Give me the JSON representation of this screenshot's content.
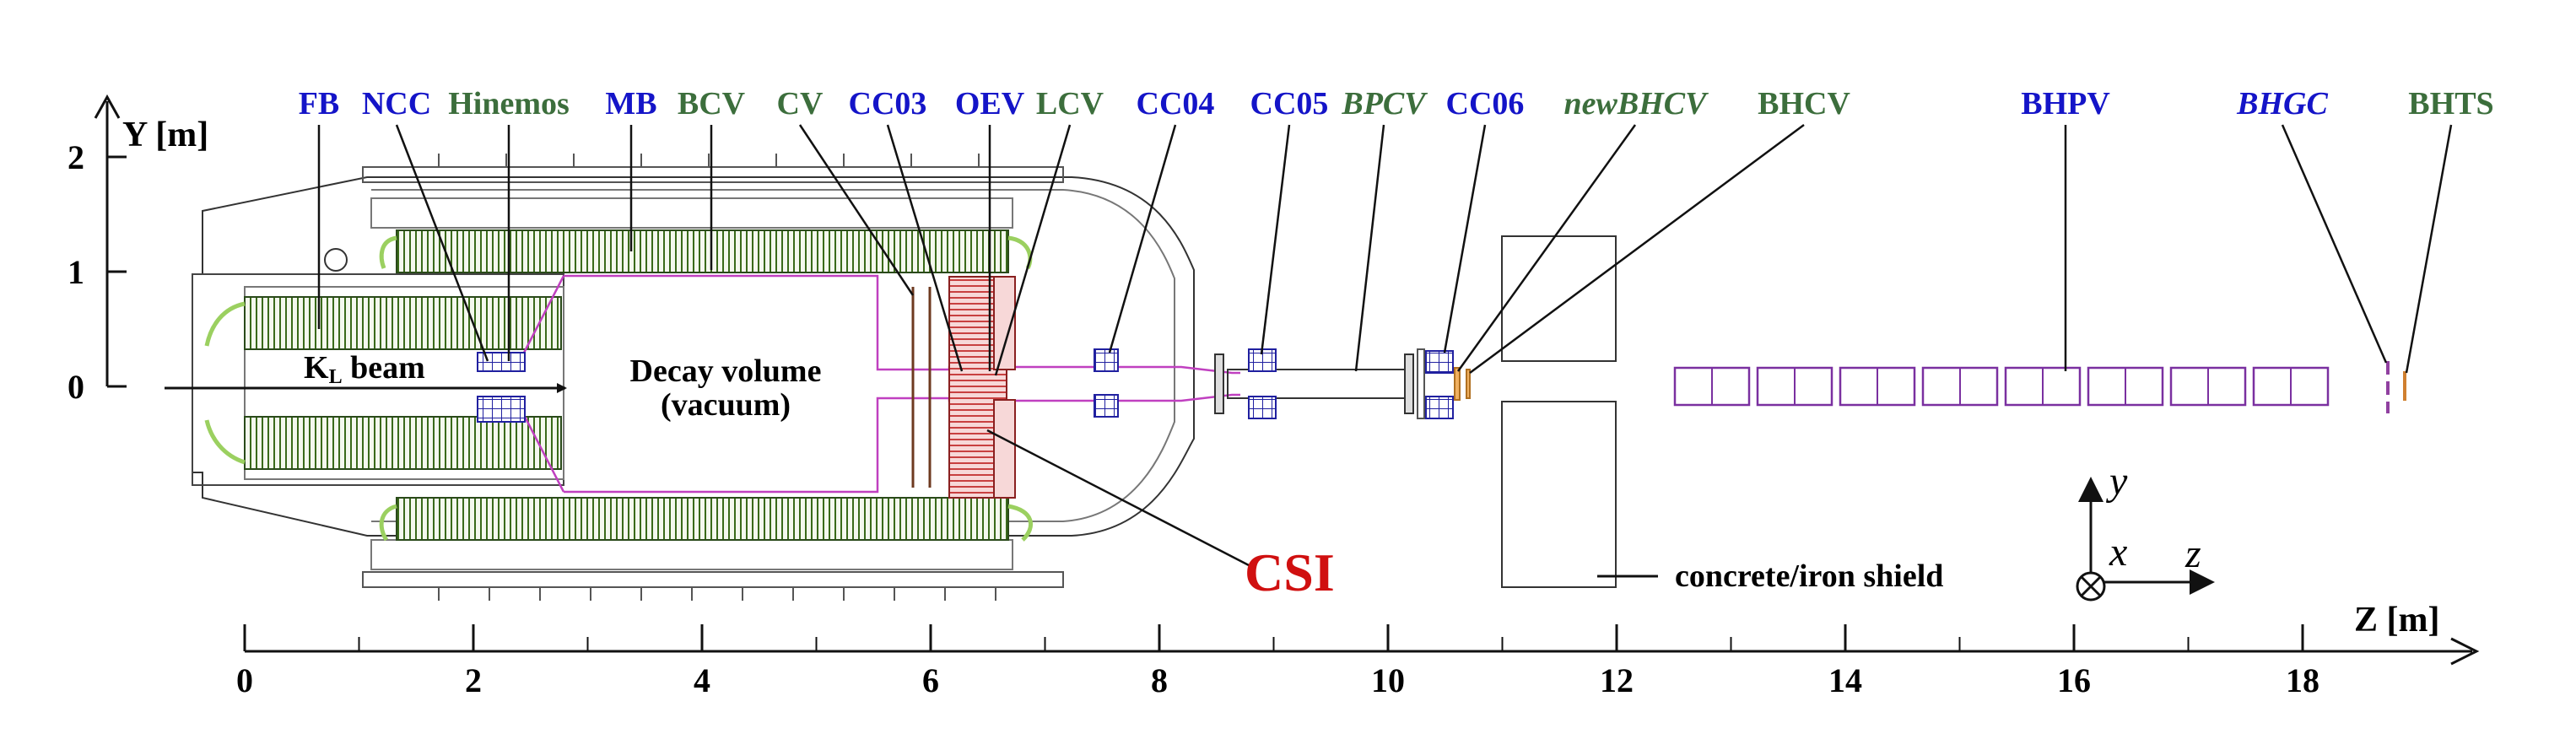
{
  "colors": {
    "blue": "#1414c8",
    "green": "#3c6e3c",
    "red": "#d01010",
    "black": "#111111",
    "vessel": "#c040c0",
    "calorimeter": "#c84040"
  },
  "z_axis": {
    "label": "Z [m]",
    "ticks": [
      "0",
      "2",
      "4",
      "6",
      "8",
      "10",
      "12",
      "14",
      "16",
      "18"
    ]
  },
  "y_axis": {
    "label": "Y [m]",
    "ticks": [
      "0",
      "1",
      "2"
    ]
  },
  "detectors": [
    {
      "name": "FB",
      "color": "blue",
      "italic": false
    },
    {
      "name": "NCC",
      "color": "blue",
      "italic": false
    },
    {
      "name": "Hinemos",
      "color": "green",
      "italic": false
    },
    {
      "name": "MB",
      "color": "blue",
      "italic": false
    },
    {
      "name": "BCV",
      "color": "green",
      "italic": false
    },
    {
      "name": "CV",
      "color": "green",
      "italic": false
    },
    {
      "name": "CC03",
      "color": "blue",
      "italic": false
    },
    {
      "name": "OEV",
      "color": "blue",
      "italic": false
    },
    {
      "name": "LCV",
      "color": "green",
      "italic": false
    },
    {
      "name": "CC04",
      "color": "blue",
      "italic": false
    },
    {
      "name": "CC05",
      "color": "blue",
      "italic": false
    },
    {
      "name": "BPCV",
      "color": "green",
      "italic": true
    },
    {
      "name": "CC06",
      "color": "blue",
      "italic": false
    },
    {
      "name": "newBHCV",
      "color": "green",
      "italic": true
    },
    {
      "name": "BHCV",
      "color": "green",
      "italic": false
    },
    {
      "name": "BHPV",
      "color": "blue",
      "italic": false
    },
    {
      "name": "BHGC",
      "color": "blue",
      "italic": true
    },
    {
      "name": "BHTS",
      "color": "green",
      "italic": false
    }
  ],
  "annotations": {
    "beam_prefix": "K",
    "beam_sub": "L",
    "beam_suffix": " beam",
    "decay_line1": "Decay volume",
    "decay_line2": "(vacuum)",
    "csi": "CSI",
    "shield": "concrete/iron shield"
  },
  "coord_legend": {
    "x": "x",
    "y": "y",
    "z": "z"
  }
}
